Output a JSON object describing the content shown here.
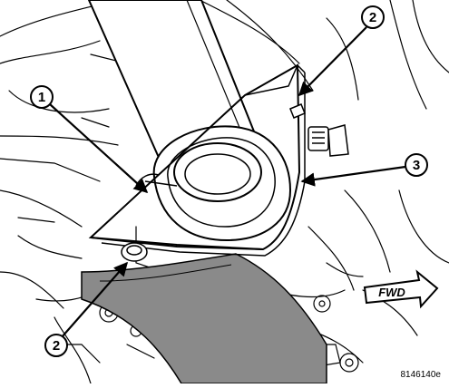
{
  "callouts": [
    {
      "id": "1",
      "label": "1"
    },
    {
      "id": "2a",
      "label": "2"
    },
    {
      "id": "3",
      "label": "3"
    },
    {
      "id": "2b",
      "label": "2"
    }
  ],
  "direction_label": "FWD",
  "figure_id": "8146140e",
  "colors": {
    "ink": "#000000",
    "paper": "#ffffff",
    "shade": "#6e6e6e"
  }
}
